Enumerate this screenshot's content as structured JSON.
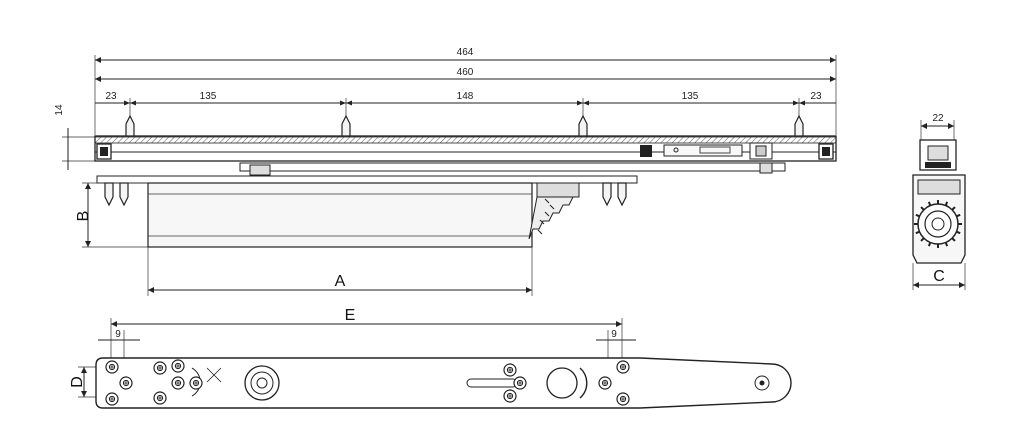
{
  "dimensions": {
    "overall_464": "464",
    "rail_460": "460",
    "left_23": "23",
    "span_135_left": "135",
    "span_148": "148",
    "span_135_right": "135",
    "right_23": "23",
    "height_14": "14",
    "side_22": "22",
    "bottom_left_9": "9",
    "bottom_right_9": "9"
  },
  "labels": {
    "A": "A",
    "B": "B",
    "C": "C",
    "D": "D",
    "E": "E"
  }
}
